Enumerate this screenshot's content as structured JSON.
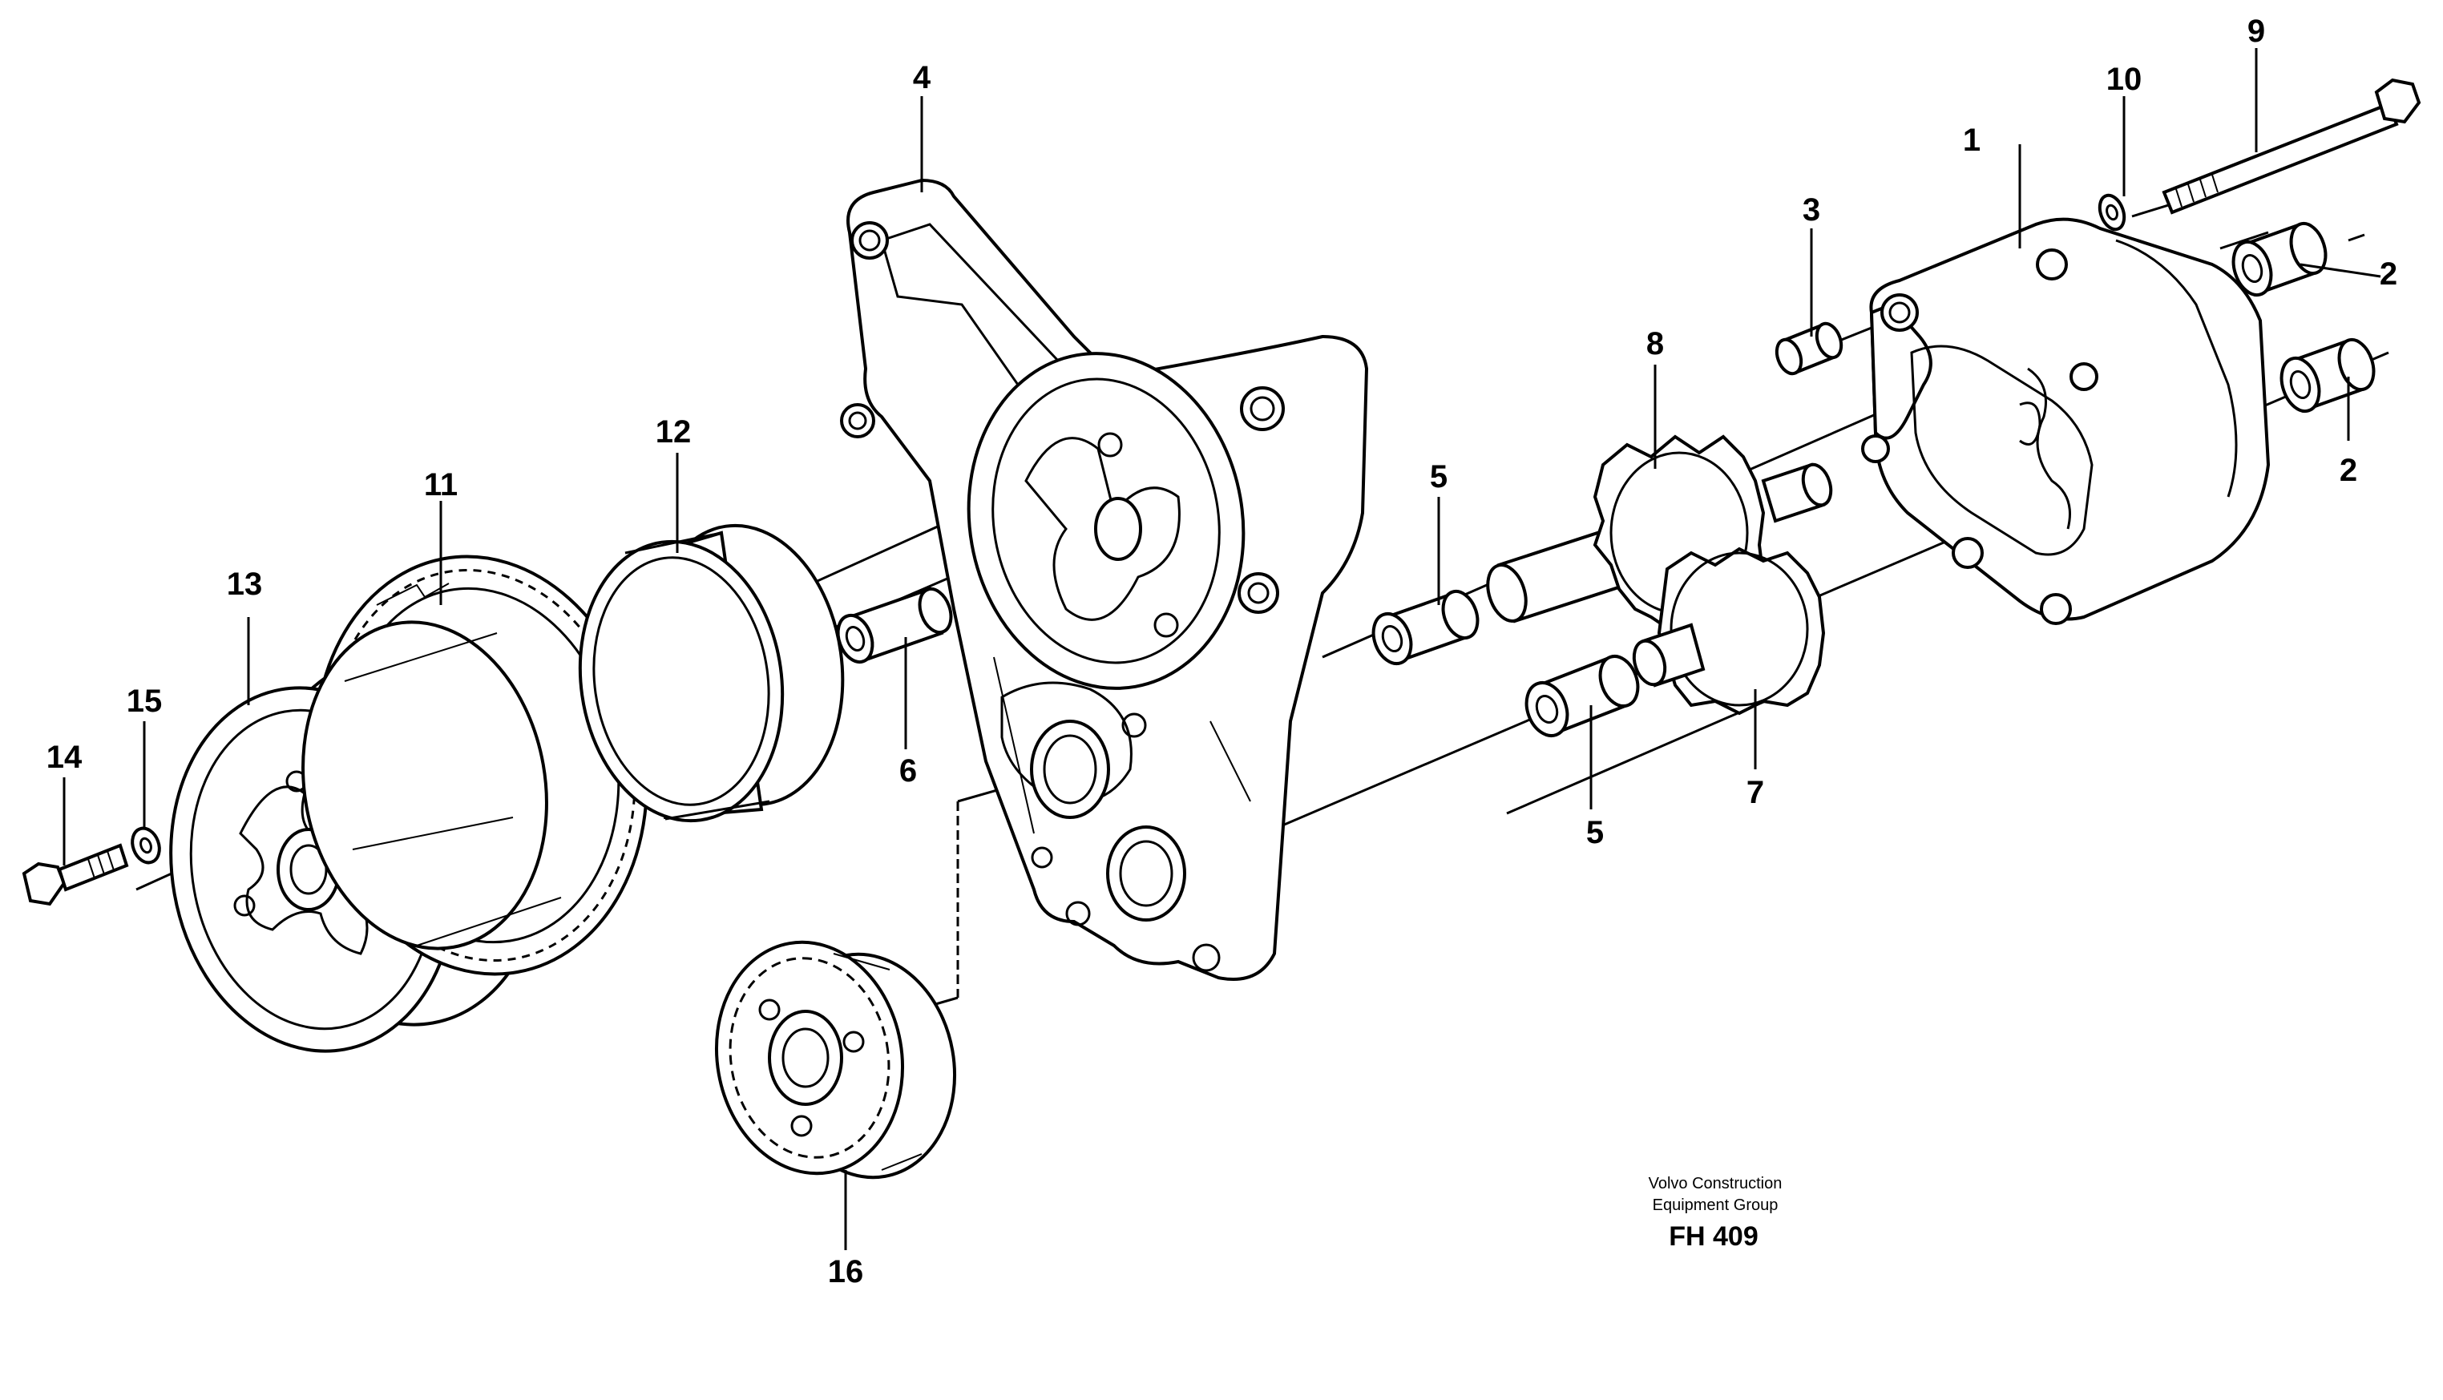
{
  "diagram": {
    "callouts": [
      {
        "id": "1",
        "text": "1"
      },
      {
        "id": "2a",
        "text": "2"
      },
      {
        "id": "2b",
        "text": "2"
      },
      {
        "id": "3",
        "text": "3"
      },
      {
        "id": "4",
        "text": "4"
      },
      {
        "id": "5a",
        "text": "5"
      },
      {
        "id": "5b",
        "text": "5"
      },
      {
        "id": "6",
        "text": "6"
      },
      {
        "id": "7",
        "text": "7"
      },
      {
        "id": "8",
        "text": "8"
      },
      {
        "id": "9",
        "text": "9"
      },
      {
        "id": "10",
        "text": "10"
      },
      {
        "id": "11",
        "text": "11"
      },
      {
        "id": "12",
        "text": "12"
      },
      {
        "id": "13",
        "text": "13"
      },
      {
        "id": "14",
        "text": "14"
      },
      {
        "id": "15",
        "text": "15"
      },
      {
        "id": "16",
        "text": "16"
      }
    ],
    "credit": {
      "line1": "Volvo Construction",
      "line2": "Equipment Group",
      "code": "FH 409"
    }
  }
}
